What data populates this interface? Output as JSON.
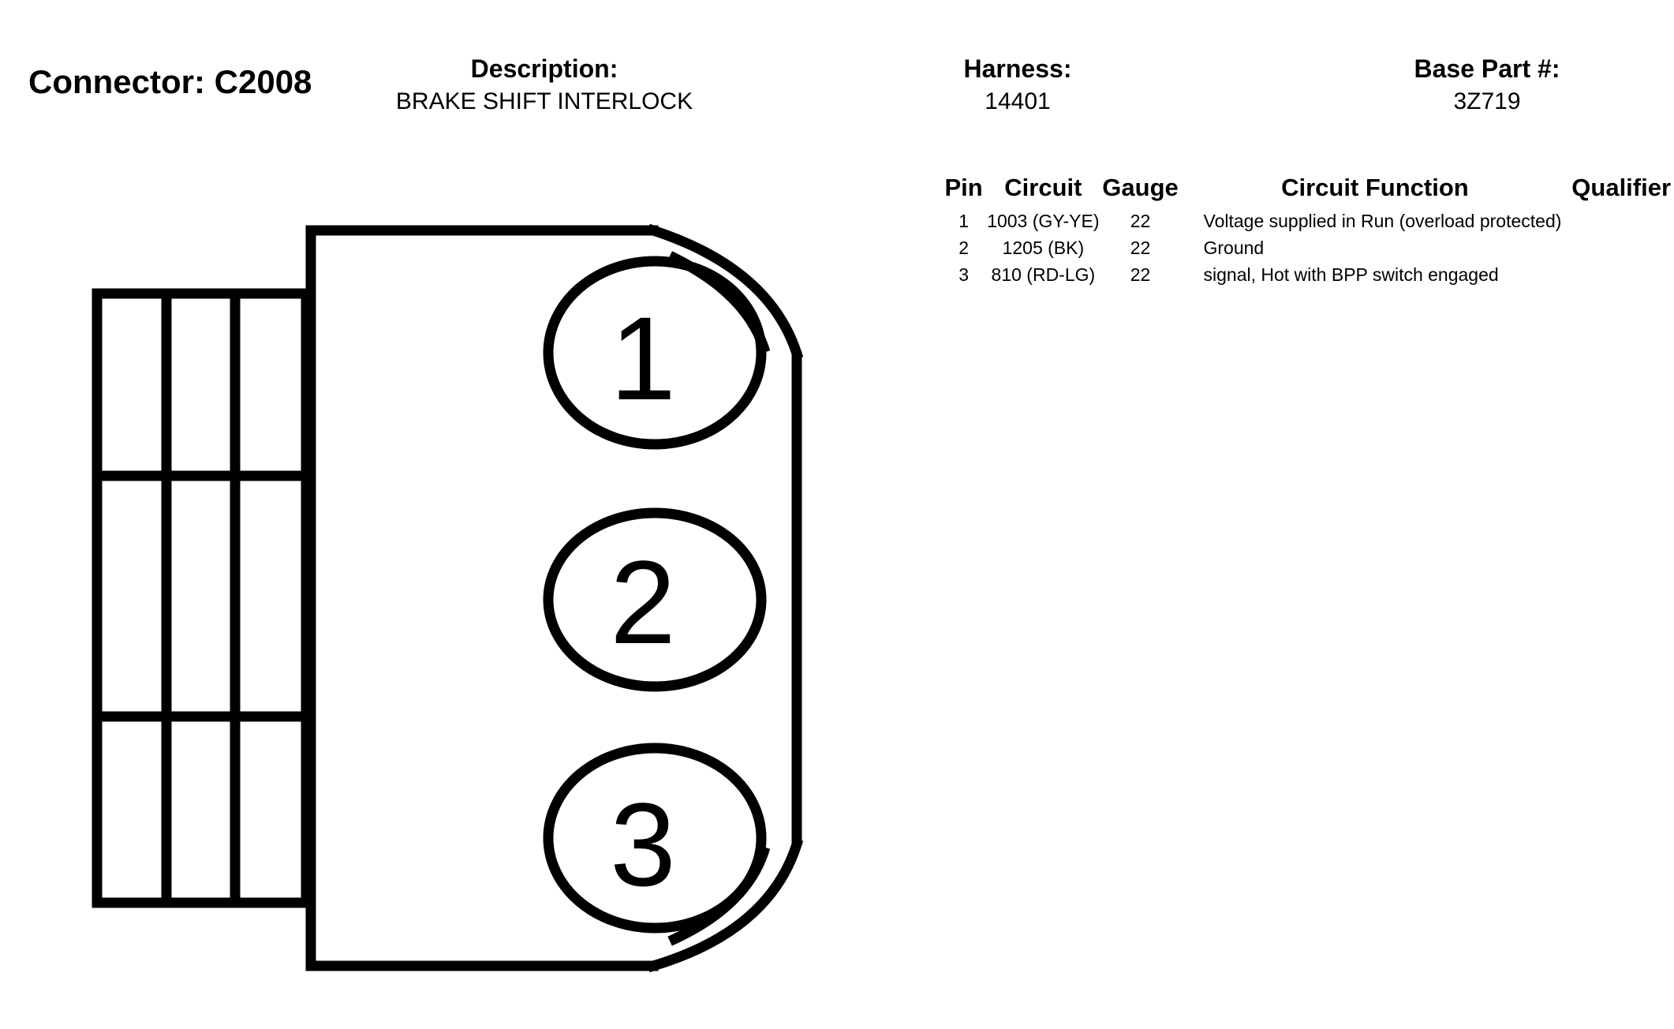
{
  "header": {
    "connector_title": "Connector: C2008",
    "description_label": "Description:",
    "description_value": "BRAKE SHIFT INTERLOCK",
    "harness_label": "Harness:",
    "harness_value": "14401",
    "base_part_label": "Base Part #:",
    "base_part_value": "3Z719"
  },
  "table": {
    "columns": [
      "Pin",
      "Circuit",
      "Gauge",
      "Circuit Function",
      "Qualifier"
    ],
    "rows": [
      {
        "pin": "1",
        "circuit": "1003 (GY-YE)",
        "gauge": "22",
        "function": "Voltage supplied in Run (overload protected)",
        "qualifier": ""
      },
      {
        "pin": "2",
        "circuit": "1205 (BK)",
        "gauge": "22",
        "function": "Ground",
        "qualifier": ""
      },
      {
        "pin": "3",
        "circuit": "810 (RD-LG)",
        "gauge": "22",
        "function": "signal, Hot with BPP switch engaged",
        "qualifier": ""
      }
    ]
  },
  "diagram": {
    "pins": [
      "1",
      "2",
      "3"
    ]
  }
}
